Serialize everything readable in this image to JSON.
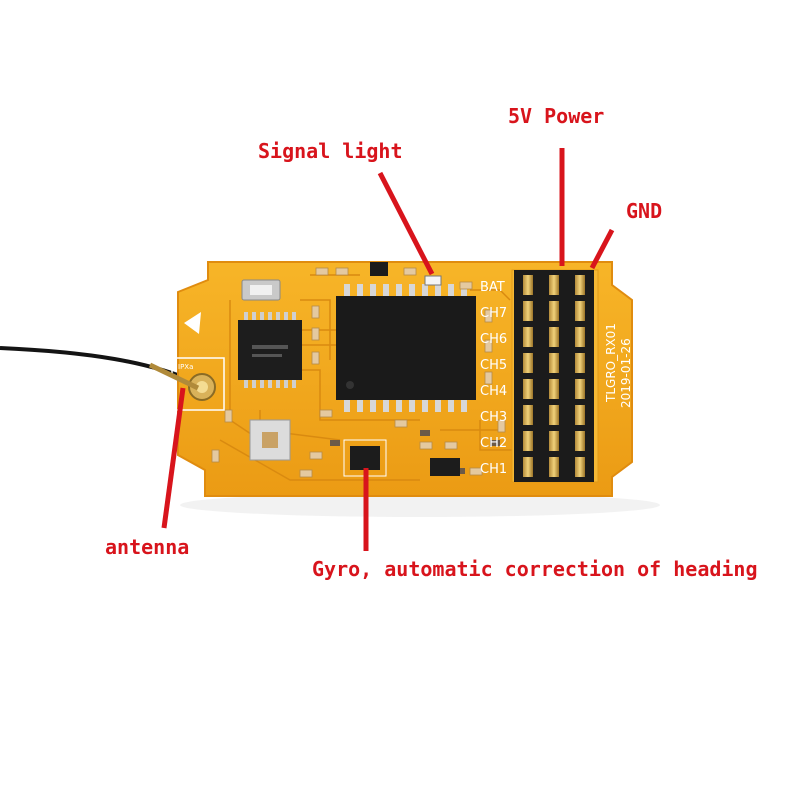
{
  "callouts": {
    "power": "5V Power",
    "signal": "Signal light",
    "gnd": "GND",
    "antenna": "antenna",
    "gyro": "Gyro, automatic correction of heading"
  },
  "board": {
    "pin_labels": [
      "BAT",
      "CH7",
      "CH6",
      "CH5",
      "CH4",
      "CH3",
      "CH2",
      "CH1"
    ],
    "silk_model": "TLGRO_RX01",
    "silk_date": "2019-01-26",
    "connector_label": "IPXa"
  },
  "colors": {
    "pcb": "#f2a81c",
    "pcb_edge": "#e39511",
    "callout": "#d8141c",
    "header": "#1c1c1c"
  }
}
